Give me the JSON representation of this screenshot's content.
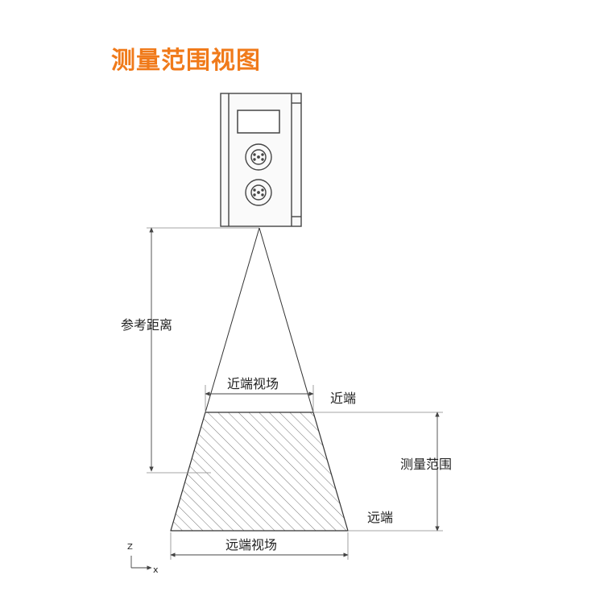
{
  "title": "测量范围视图",
  "labels": {
    "reference_distance": "参考距离",
    "near_fov": "近端视场",
    "near_end": "近端",
    "measuring_range": "测量范围",
    "far_end": "远端",
    "far_fov": "远端视场",
    "axis_z": "Z",
    "axis_x": "x"
  },
  "colors": {
    "title": "#f07a1a",
    "line": "#333333",
    "hatch": "#555555"
  }
}
